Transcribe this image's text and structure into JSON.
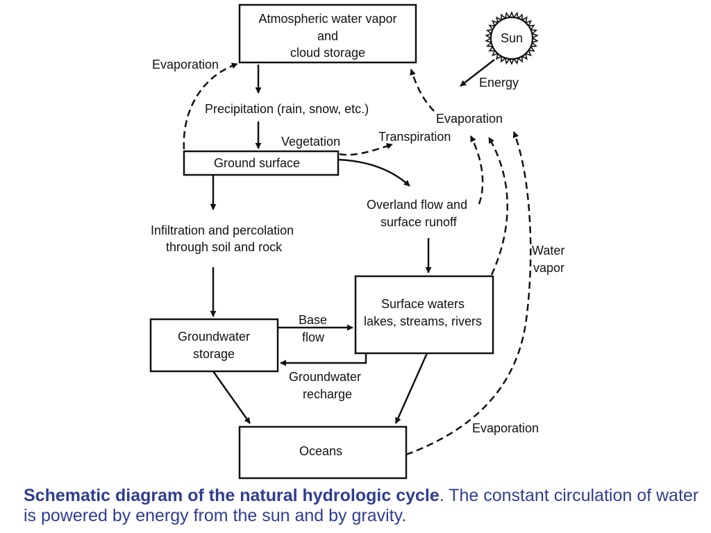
{
  "diagram": {
    "boxes": {
      "atmosphere": [
        "Atmospheric water vapor",
        "and",
        "cloud storage"
      ],
      "ground": "Ground surface",
      "groundwater": [
        "Groundwater",
        "storage"
      ],
      "surface_waters": [
        "Surface waters",
        "lakes, streams, rivers"
      ],
      "oceans": "Oceans"
    },
    "sun": "Sun",
    "labels": {
      "evaporation_left": "Evaporation",
      "precipitation": "Precipitation (rain, snow, etc.)",
      "vegetation": "Vegetation",
      "transpiration": "Transpiration",
      "energy": "Energy",
      "evaporation_right": "Evaporation",
      "overland": [
        "Overland flow and",
        "surface runoff"
      ],
      "infiltration": [
        "Infiltration and percolation",
        "through soil and rock"
      ],
      "water_vapor": [
        "Water",
        "vapor"
      ],
      "base_flow": [
        "Base",
        "flow"
      ],
      "groundwater_recharge": [
        "Groundwater",
        "recharge"
      ],
      "evaporation_ocean": "Evaporation"
    }
  },
  "caption": {
    "bold": "Schematic diagram of the natural hydrologic cycle",
    "text": ". The constant circulation of water is powered by energy from the sun and by gravity."
  }
}
